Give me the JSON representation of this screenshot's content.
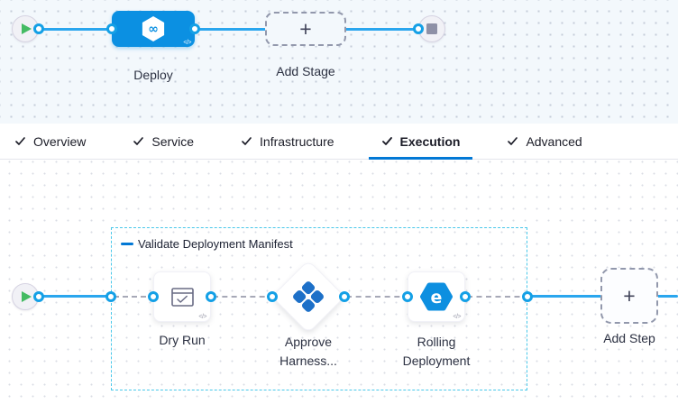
{
  "stage_pipeline": {
    "deploy_stage": {
      "label": "Deploy",
      "icon_glyph": "∞",
      "code_toggle": "</>"
    },
    "add_stage": {
      "label": "Add Stage",
      "plus": "+"
    }
  },
  "tabs": {
    "items": [
      {
        "label": "Overview",
        "checked": true,
        "active": false
      },
      {
        "label": "Service",
        "checked": true,
        "active": false
      },
      {
        "label": "Infrastructure",
        "checked": true,
        "active": false
      },
      {
        "label": "Execution",
        "checked": true,
        "active": true
      },
      {
        "label": "Advanced",
        "checked": true,
        "active": false
      }
    ]
  },
  "execution": {
    "step_group": {
      "label": "Validate Deployment Manifest"
    },
    "steps": {
      "dry_run": {
        "label": "Dry Run",
        "code_toggle": "</>"
      },
      "approval": {
        "line1": "Approve",
        "line2": "Harness...",
        "icon": "harness-approval-diamond"
      },
      "rolling": {
        "line1": "Rolling",
        "line2": "Deployment",
        "icon_glyph": "e",
        "code_toggle": "</>"
      }
    },
    "add_step": {
      "label": "Add Step",
      "plus": "+"
    }
  },
  "colors": {
    "stage_node_blue": "#0b90e2",
    "connection_blue": "#2aa6ee",
    "active_tab_underline": "#0278d5",
    "step_group_border": "#49c8ea",
    "play_green": "#44bb63",
    "stop_gray": "#8e90a6",
    "approval_icon_blue": "#1d70c8",
    "canvas_top_bg": "#f3f8fc"
  }
}
